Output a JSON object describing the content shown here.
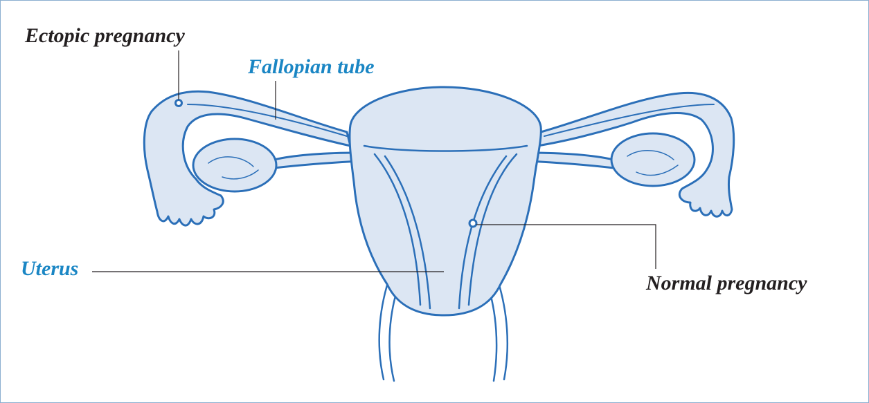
{
  "labels": {
    "ectopic": "Ectopic pregnancy",
    "fallopian": "Fallopian tube",
    "uterus": "Uterus",
    "normal": "Normal pregnancy"
  },
  "colors": {
    "outline": "#2b6fb8",
    "fill": "#dce6f3",
    "label_dark": "#231f20",
    "label_blue": "#1a86c4",
    "frame": "#8aaed0",
    "leader": "#231f20"
  }
}
